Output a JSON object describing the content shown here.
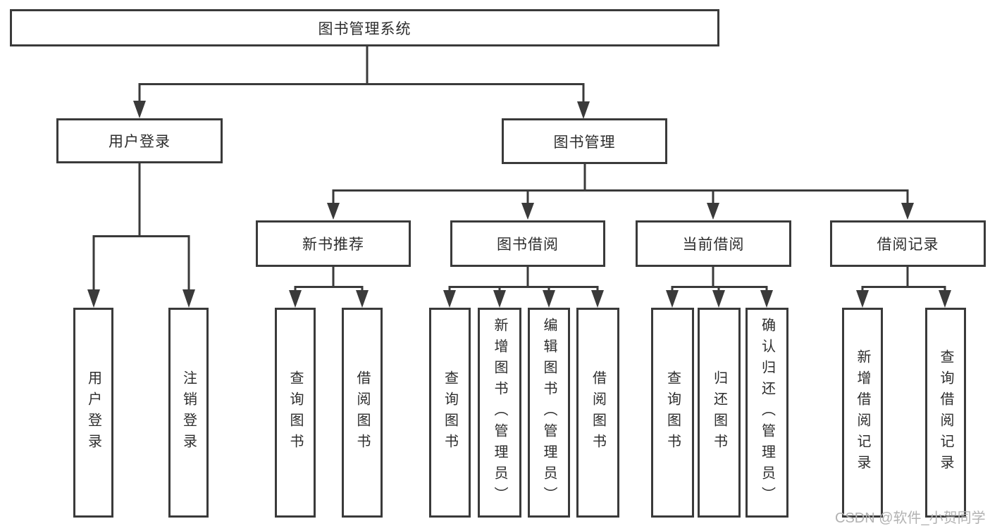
{
  "diagram": {
    "title_node": {
      "label": "图书管理系统"
    },
    "level2": [
      {
        "label": "用户登录"
      },
      {
        "label": "图书管理"
      }
    ],
    "level3": [
      {
        "label": "新书推荐",
        "parent": "图书管理"
      },
      {
        "label": "图书借阅",
        "parent": "图书管理"
      },
      {
        "label": "当前借阅",
        "parent": "图书管理"
      },
      {
        "label": "借阅记录",
        "parent": "图书管理"
      }
    ],
    "leaves": [
      {
        "label": "用户登录",
        "parent": "用户登录"
      },
      {
        "label": "注销登录",
        "parent": "用户登录"
      },
      {
        "label": "查询图书",
        "parent": "新书推荐"
      },
      {
        "label": "借阅图书",
        "parent": "新书推荐"
      },
      {
        "label": "查询图书",
        "parent": "图书借阅"
      },
      {
        "label": "新增图书（管理员）",
        "parent": "图书借阅"
      },
      {
        "label": "编辑图书（管理员）",
        "parent": "图书借阅"
      },
      {
        "label": "借阅图书",
        "parent": "图书借阅"
      },
      {
        "label": "查询图书",
        "parent": "当前借阅"
      },
      {
        "label": "归还图书",
        "parent": "当前借阅"
      },
      {
        "label": "确认归还（管理员）",
        "parent": "当前借阅"
      },
      {
        "label": "新增借阅记录",
        "parent": "借阅记录"
      },
      {
        "label": "查询借阅记录",
        "parent": "借阅记录"
      }
    ]
  },
  "watermark": {
    "text": "CSDN @软件_小贺同学"
  },
  "colors": {
    "line": "#3a3a3a",
    "node_border": "#3a3a3a",
    "node_text": "#2d2d2d",
    "watermark": "#b2b2b2",
    "background": "#ffffff"
  }
}
